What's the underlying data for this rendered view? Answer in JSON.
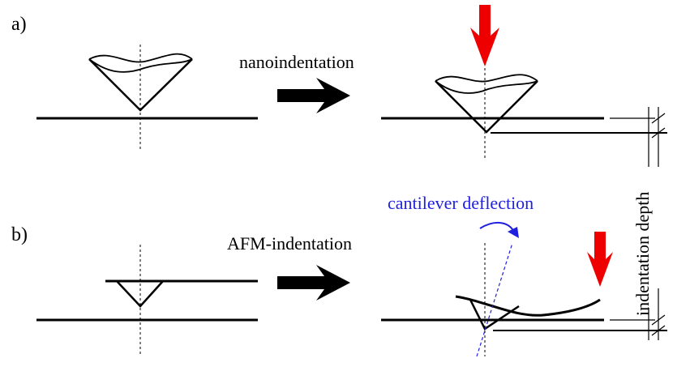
{
  "panels": {
    "a": {
      "label": "a)",
      "process": "nanoindentation"
    },
    "b": {
      "label": "b)",
      "process": "AFM-indentation"
    }
  },
  "annotations": {
    "cantilever": "cantilever deflection",
    "depth": "indentation depth"
  },
  "colors": {
    "load_arrow": "#ee0000",
    "deflection": "#1f1fe0",
    "ink": "#000000"
  }
}
